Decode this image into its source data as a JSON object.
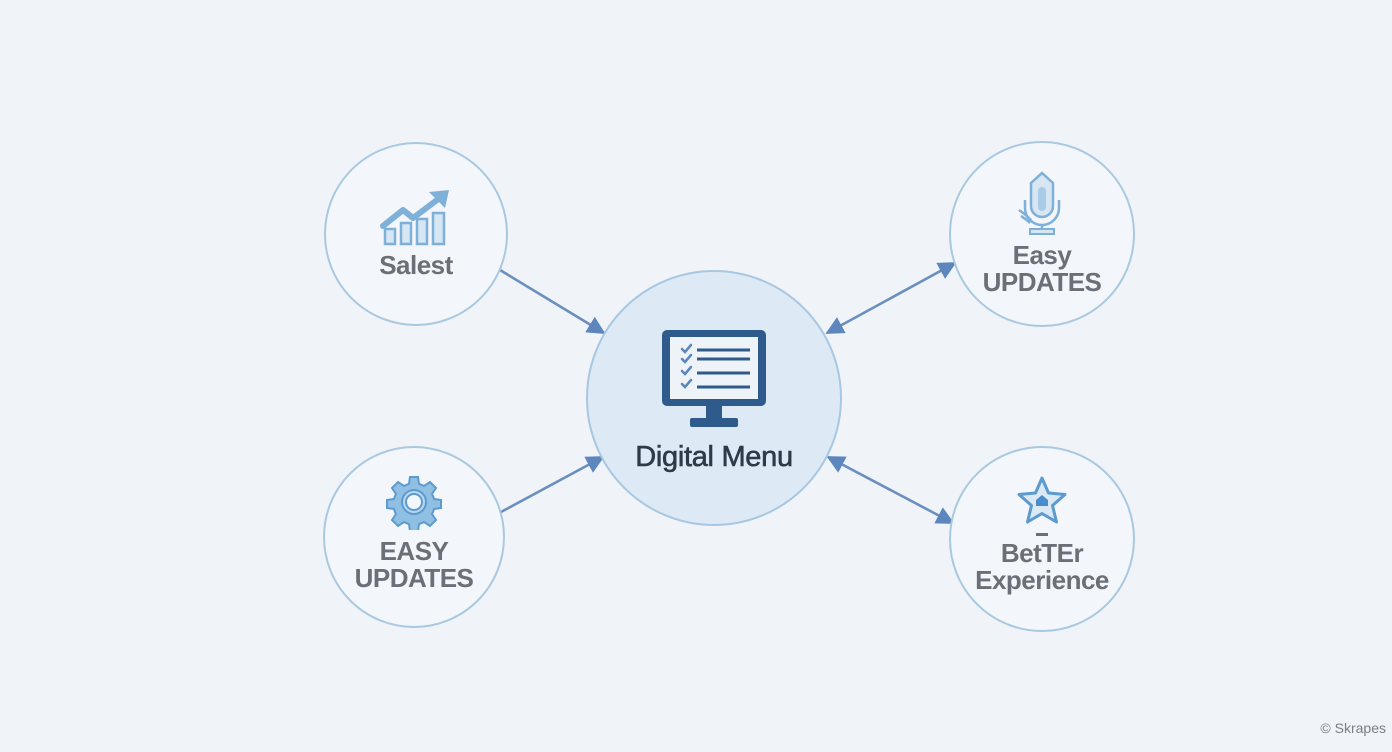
{
  "diagram": {
    "center": {
      "label": "Digital Menu",
      "icon": "monitor-checklist-icon"
    },
    "nodes": [
      {
        "id": "top-left",
        "label_lines": [
          "Salest"
        ],
        "icon": "growth-chart-icon",
        "arrow": "to-center"
      },
      {
        "id": "bottom-left",
        "label_lines": [
          "EASY",
          "UPDATES"
        ],
        "icon": "gear-icon",
        "arrow": "to-center"
      },
      {
        "id": "top-right",
        "label_lines": [
          "Easy",
          "UPDATES"
        ],
        "icon": "microphone-icon",
        "arrow": "bidirectional"
      },
      {
        "id": "bottom-right",
        "label_lines": [
          "Better",
          "Experience"
        ],
        "label_display": [
          "BetTEr",
          "Experience"
        ],
        "icon": "star-icon",
        "arrow": "bidirectional"
      }
    ],
    "colors": {
      "background": "#f0f3f7",
      "circle_border": "#a9c9e0",
      "center_fill": "#dde9f4",
      "arrow": "#6a8fbf",
      "icon_dark": "#2f5b8c",
      "icon_light": "#7fb0d8",
      "label_gray": "#6b7078",
      "center_label": "#2e3a4a"
    }
  },
  "watermark": {
    "icon": "copyright-icon",
    "symbol": "©",
    "text": "Skrapes"
  }
}
